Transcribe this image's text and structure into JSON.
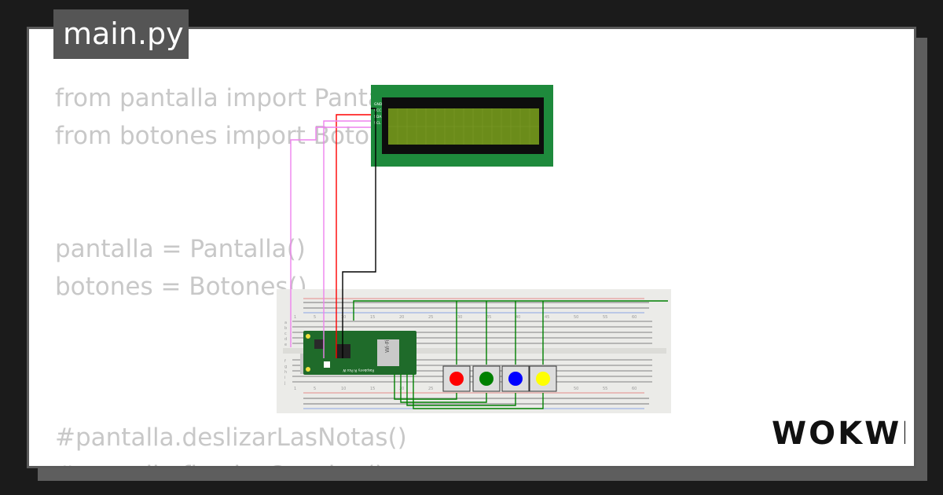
{
  "editor": {
    "filename": "main.py",
    "code_lines": [
      "from pantalla import Pantalla",
      "from botones import Botones",
      "",
      "",
      "pantalla = Pantalla()",
      "botones = Botones()",
      "",
      "",
      "",
      "#pantalla.deslizarLasNotas()",
      "#pantalla.fin_de_Cancion()"
    ]
  },
  "brand": {
    "logo_text": "WOKWI"
  },
  "lcd": {
    "pin_labels": [
      "GND",
      "VCC",
      "SDA",
      "SCL"
    ]
  },
  "pico": {
    "board_label": "Raspberry Pi Pico W",
    "wifi_label": "Wi-Fi"
  },
  "breadboard": {
    "column_numbers": [
      "1",
      "5",
      "10",
      "15",
      "20",
      "25",
      "30",
      "35",
      "40",
      "45",
      "50",
      "55",
      "60"
    ],
    "row_letters": [
      "a",
      "b",
      "c",
      "d",
      "e",
      "f",
      "g",
      "h",
      "i",
      "j"
    ]
  },
  "buttons": [
    {
      "name": "red",
      "color": "#ff0000"
    },
    {
      "name": "green",
      "color": "#008000"
    },
    {
      "name": "blue",
      "color": "#0000ff"
    },
    {
      "name": "yellow",
      "color": "#ffff00"
    }
  ],
  "wires": {
    "red": "#ff0000",
    "black": "#000000",
    "pink": "#ee82ee"
  },
  "colors": {
    "lcd_pcb": "#1e8a3c",
    "lcd_screen": "#6b8c1a",
    "pico_pcb": "#1f6b2a"
  }
}
